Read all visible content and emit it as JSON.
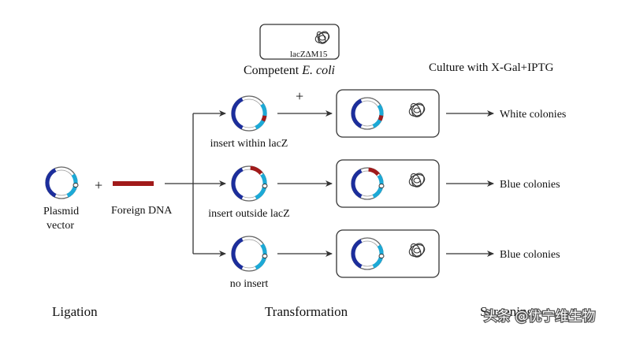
{
  "colors": {
    "vector_blue": "#1c2e9c",
    "lacz_cyan": "#1ca9d6",
    "insert_red": "#a11a1a",
    "outline": "#333333"
  },
  "ecoli": {
    "strain_label": "lacZΔM15",
    "caption_prefix": "Competent ",
    "caption_species": "E. coli"
  },
  "culture_label": "Culture with X-Gal+IPTG",
  "plasmid_label_line1": "Plasmid",
  "plasmid_label_line2": "vector",
  "foreign_dna_label": "Foreign DNA",
  "plus_sign": "+",
  "branches": [
    {
      "label": "insert within lacZ",
      "result": "White colonies",
      "insert": "within"
    },
    {
      "label": "insert outside lacZ",
      "result": "Blue colonies",
      "insert": "outside"
    },
    {
      "label": "no insert",
      "result": "Blue colonies",
      "insert": "none"
    }
  ],
  "stages": {
    "ligation": "Ligation",
    "transformation": "Transformation",
    "screening": "Screening"
  },
  "watermark": "头条 @优宁维生物"
}
